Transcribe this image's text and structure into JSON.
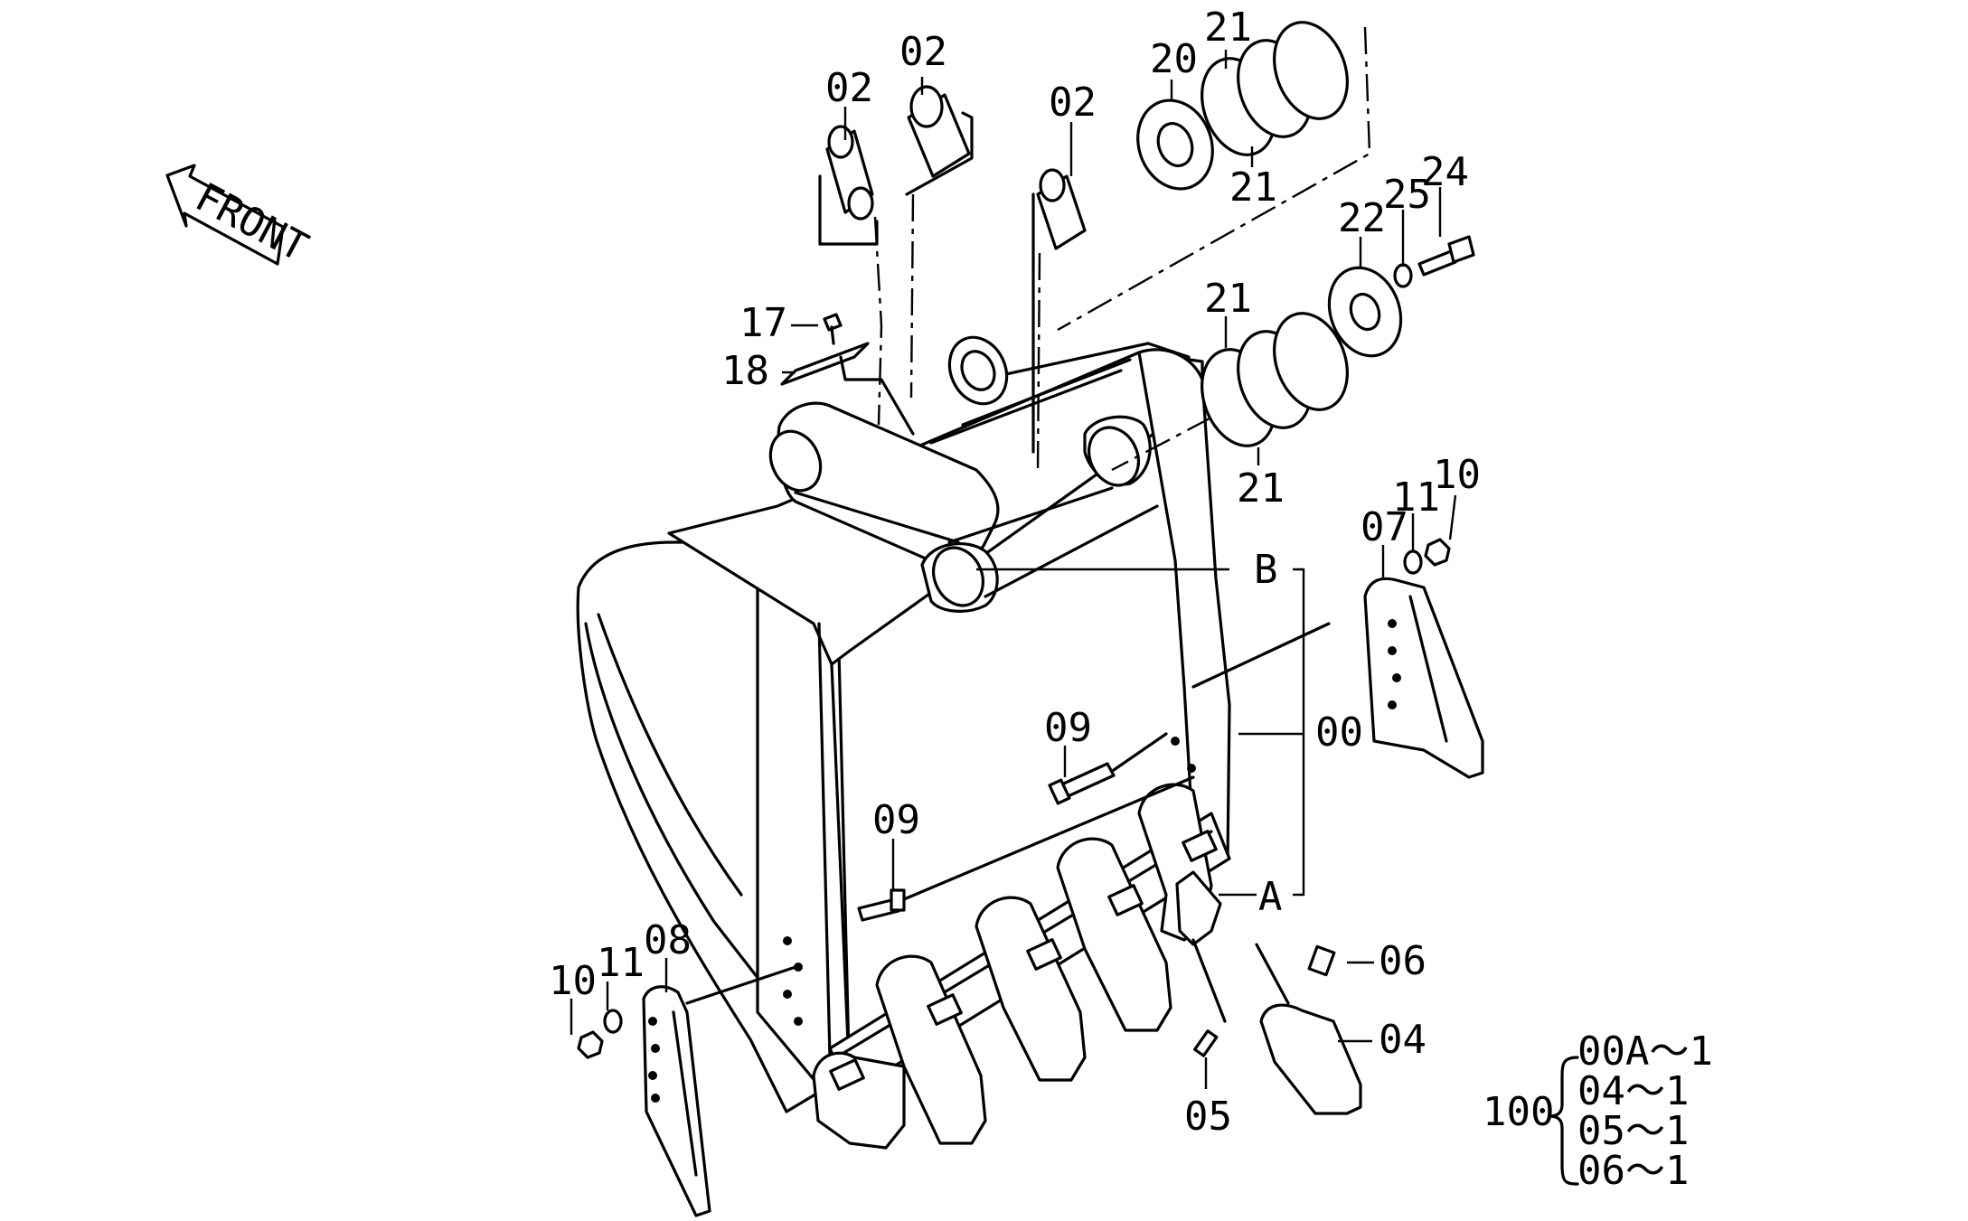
{
  "diagram": {
    "front_label": "FRONT",
    "callouts": {
      "p02_a": "02",
      "p02_b": "02",
      "p02_c": "02",
      "p20": "20",
      "p21_top": "21",
      "p21_top_b": "21",
      "p21_mid": "21",
      "p21_mid_b": "21",
      "p22": "22",
      "p25": "25",
      "p24": "24",
      "p17": "17",
      "p18": "18",
      "p07": "07",
      "p11_r": "11",
      "p10_r": "10",
      "pB": "B",
      "p00": "00",
      "p09_a": "09",
      "p09_b": "09",
      "pA": "A",
      "p06": "06",
      "p04": "04",
      "p05": "05",
      "p10_l": "10",
      "p11_l": "11",
      "p08": "08"
    },
    "kit": {
      "number": "100",
      "items": [
        "00A～1",
        "04～1",
        "05～1",
        "06～1"
      ]
    }
  }
}
